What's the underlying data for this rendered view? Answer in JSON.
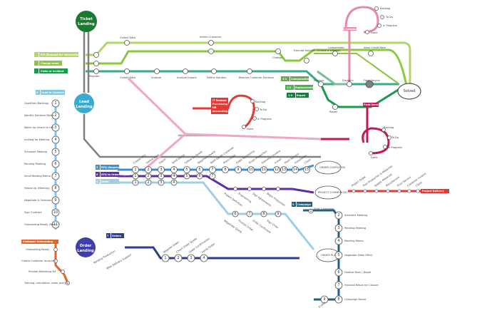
{
  "hubs": {
    "ticket": "Ticket Landing",
    "lead": "Lead Landing",
    "order": "Order Landing",
    "solved": "Solved"
  },
  "colors": {
    "lime": "#b5d56a",
    "green_light": "#8cc63f",
    "teal": "#3aaa8c",
    "green_dark": "#1a7a3a",
    "grey": "#808080",
    "pink": "#f0a6c8",
    "magenta": "#c2185b",
    "red": "#e53935",
    "purple": "#5e2ca5",
    "blue": "#3f8fcf",
    "sky": "#9ecfe6",
    "navy": "#2c3e8f",
    "orange": "#e0662b",
    "steel": "#1f5f8b"
  },
  "tickets": {
    "line3": "RFI (Request for Information)",
    "line2": "Change order",
    "line1": "Claim or incident",
    "top_stops": [
      "Collect Data",
      "Inform Customer"
    ],
    "bottom_stops": [
      "Register",
      "Collect Data",
      "Analyze",
      "Analyze Impact",
      "Define Solution",
      "Resolve Customer Decision"
    ],
    "change": "Change",
    "execute": "Execute Solution (Choose a process)",
    "compensate": "Compensate",
    "credit_note": "Issue Credit Note",
    "replace": "Replace",
    "dispatch": "Dispatch",
    "field_service": "Field Service",
    "repair": "Repair",
    "complaint": "Complaint",
    "complaint_pts": [
      "Backlog",
      "To Do",
      "In Progress",
      "Done"
    ],
    "l11": "1-1",
    "l12": "1-2",
    "l13": "1-3",
    "t11": "Compensation",
    "t12": "Replacement",
    "t13": "Repair",
    "field_tag": "Field Service",
    "field_pts": [
      "Backlog",
      "To Do",
      "In Progress",
      "Done"
    ]
  },
  "project_loop": {
    "tag_l1": "IT Related",
    "tag_l2": "Purchasing",
    "tag_l3": "HR",
    "tag_l4": "Accounting",
    "pts": [
      "Backlog",
      "To Do",
      "In Progress",
      "Done"
    ]
  },
  "lead": {
    "tag_num": "8",
    "tag": "Lead to Contract",
    "stops": [
      "Qualified (Backlog)",
      "Identify Decision Maker",
      "Warm Up (reach to HR)",
      "Inviting for Meeting",
      "Schedule Meeting",
      "Pending Meeting",
      "Send Meeting Memo",
      "Follow Up (Meeting)",
      "Negotiate & Forecast",
      "Sign Contract",
      "Onboarding Ready (Won)"
    ],
    "numbers": [
      "1",
      "2",
      "3",
      "4",
      "5",
      "6",
      "7",
      "8",
      "9",
      "10",
      "11"
    ]
  },
  "onboarding": {
    "tag": "Customer Onboarding",
    "stops": [
      "Onboarding Ready",
      "Create Customer Accounts",
      "Provide Marketing Kit",
      "Training, calculation, order placing"
    ]
  },
  "orders": {
    "l5_num": "5",
    "l5": "RFQ (Request for Quote)",
    "l6_num": "6",
    "l6": "RFQ to Order Project",
    "l4_num": "4",
    "l4": "Order",
    "quote_stops": [
      "Create RFQ",
      "Define Deal",
      "Quote",
      "Send Quote",
      "Follow Up Quote",
      "Negotiate Quote",
      "Refill Quote Customer",
      "Place Order",
      "Order Monitoring",
      "Finish Production",
      "Delivery / Invoice",
      "Install",
      "Plant Service",
      "Installation",
      "Close"
    ],
    "quote_nums": [
      "1",
      "2",
      "3",
      "4",
      "5",
      "6",
      "7",
      "8",
      "9",
      "10",
      "11",
      "12",
      "13",
      "14",
      "15"
    ],
    "completed": "ORDER COMPLETED",
    "project_nums": [
      "1",
      "2",
      "3",
      "4",
      "5",
      "6",
      "7"
    ],
    "project_branch": [
      "Project Definition",
      "Engineering",
      "Sign Agreements",
      "Begin Production"
    ],
    "project_commenced": "PROJECT COMMENCED",
    "order_nums": [
      "1",
      "2",
      "3",
      "4"
    ],
    "order_branch_nums": [
      "6",
      "7",
      "8",
      "9"
    ],
    "order_branch": [
      "Negotiate Quote",
      "Finalize Order",
      "Order Confirmed",
      "Sign Order"
    ],
    "order_placed": "ORDER PLACED",
    "project_delivery_tag": "Project Delivery",
    "delivery_stops": [
      "Project Order",
      "Plan Production & Materials",
      "Supply Materials",
      "Manufacture",
      "Final Service",
      "Customer Invoice",
      "Close"
    ]
  },
  "order_landing": {
    "tag_num": "7",
    "tag": "Orders",
    "stops": [
      "Register Order",
      "Check Order Quote",
      "Order Confirmation",
      "Verify Order"
    ],
    "nums": [
      "1",
      "2",
      "3",
      "4"
    ],
    "extra": [
      "Pending Production",
      "After Delivery Support"
    ]
  },
  "campaign": {
    "tag_num": "9",
    "tag": "Campaign",
    "start": "Start Campaign",
    "stops": [
      "Schedule Meeting",
      "Pending Meeting",
      "Meeting Memo",
      "Negotiate (New Offer)",
      "Finalize Deal / Target",
      "Finished Result for Closure",
      "Campaign Result",
      "Ended"
    ],
    "nums": [
      "1",
      "2",
      "3",
      "4",
      "5",
      "6",
      "7",
      "8",
      "9"
    ]
  }
}
